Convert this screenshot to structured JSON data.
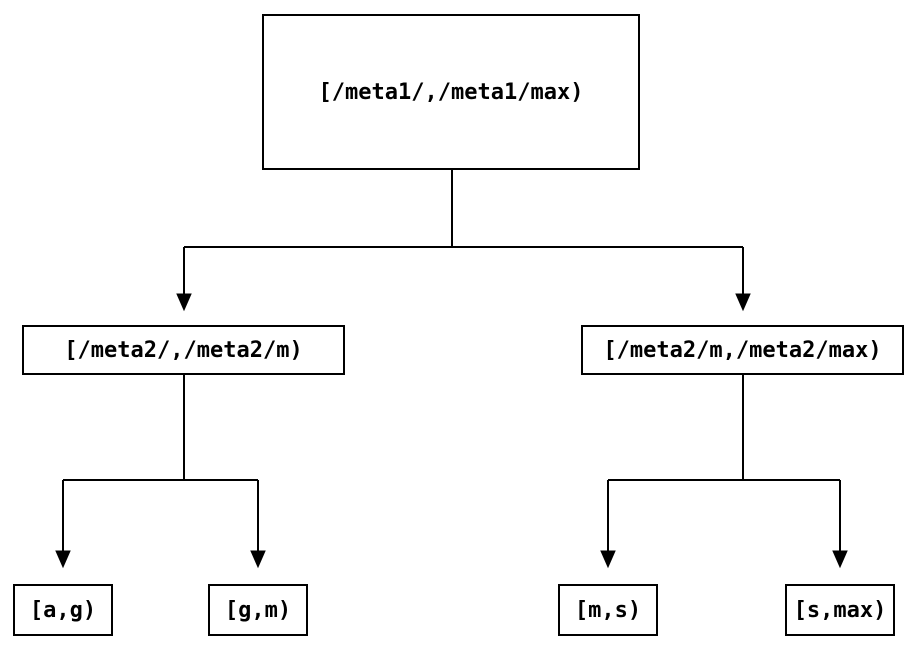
{
  "diagram": {
    "type": "tree",
    "background_color": "#ffffff",
    "line_color": "#000000",
    "box_border_color": "#000000",
    "text_color": "#000000",
    "nodes": {
      "root": {
        "label": "[/meta1/,/meta1/max)"
      },
      "left_child": {
        "label": "[/meta2/,/meta2/m)"
      },
      "right_child": {
        "label": "[/meta2/m,/meta2/max)"
      },
      "leaf_ag": {
        "label": "[a,g)"
      },
      "leaf_gm": {
        "label": "[g,m)"
      },
      "leaf_ms": {
        "label": "[m,s)"
      },
      "leaf_smax": {
        "label": "[s,max)"
      }
    },
    "edges": [
      {
        "from": "root",
        "to": "left_child"
      },
      {
        "from": "root",
        "to": "right_child"
      },
      {
        "from": "left_child",
        "to": "leaf_ag"
      },
      {
        "from": "left_child",
        "to": "leaf_gm"
      },
      {
        "from": "right_child",
        "to": "leaf_ms"
      },
      {
        "from": "right_child",
        "to": "leaf_smax"
      }
    ]
  }
}
